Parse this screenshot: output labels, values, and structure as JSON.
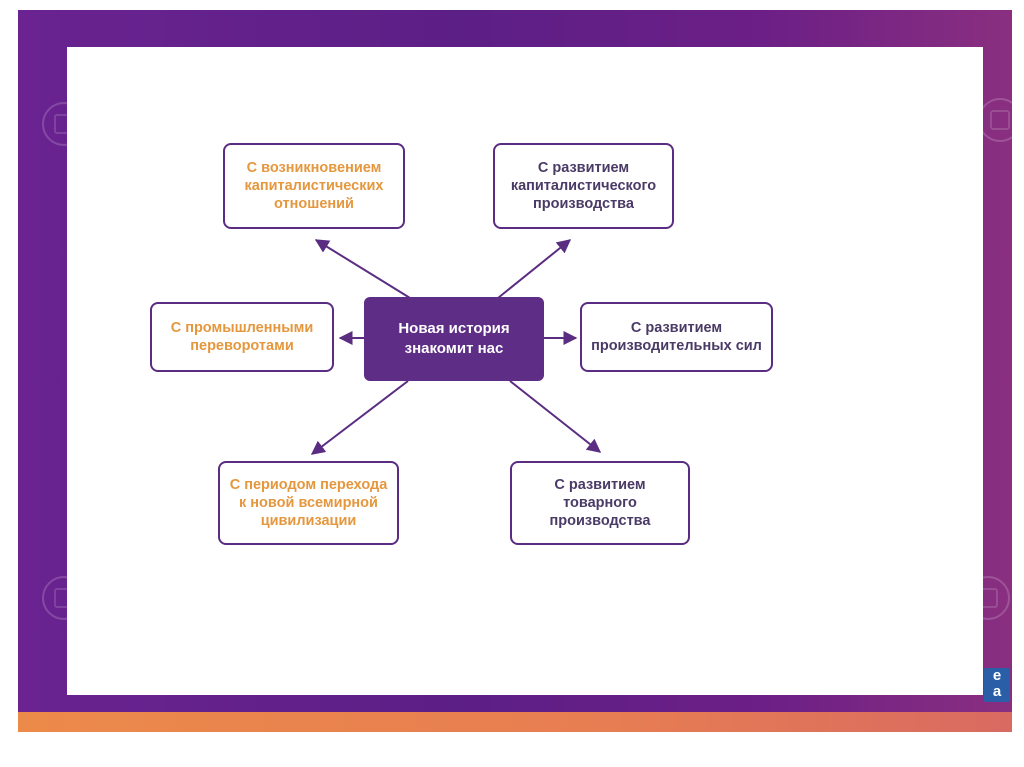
{
  "diagram": {
    "center": "Новая история\nзнакомит нас",
    "nodes": [
      {
        "id": "capitalist-relations",
        "text": "С возникновением\nкапиталистических\nотношений",
        "color": "#e5973e"
      },
      {
        "id": "capitalist-production",
        "text": "С развитием\nкапиталистического\nпроизводства",
        "color": "#4a3a66"
      },
      {
        "id": "industrial-revolutions",
        "text": "С промышленными\nпереворотами",
        "color": "#e5973e"
      },
      {
        "id": "productive-forces",
        "text": "С развитием\nпроизводительных сил",
        "color": "#4a3a66"
      },
      {
        "id": "world-civilization",
        "text": "С периодом перехода\nк новой всемирной\nцивилизации",
        "color": "#e5973e"
      },
      {
        "id": "commodity-production",
        "text": "С развитием\nтоварного\nпроизводства",
        "color": "#4a3a66"
      }
    ]
  },
  "logo": {
    "line1": "e",
    "line2": "a"
  },
  "colors": {
    "frame_purple": "#5c1f86",
    "accent_orange": "#ec8a4a",
    "center_fill": "#5e2d86",
    "box_border": "#5a2d82",
    "arrow": "#5a2d82"
  }
}
